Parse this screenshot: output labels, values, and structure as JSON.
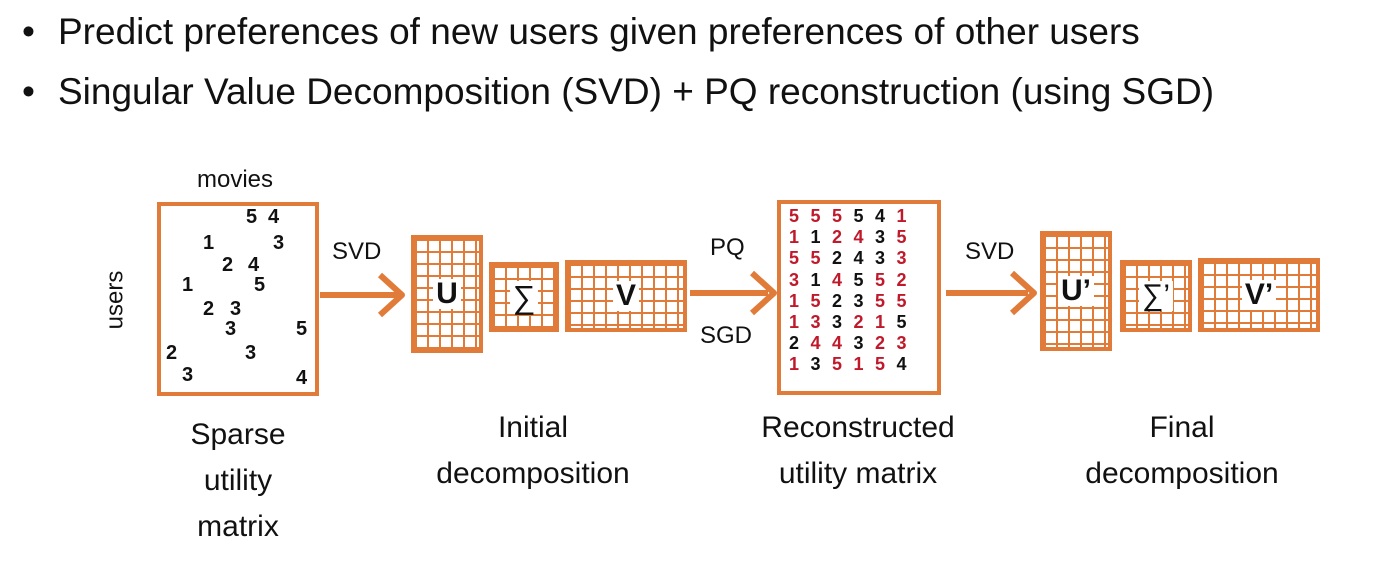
{
  "bullets": [
    "Predict preferences of new users given preferences of other users",
    "Singular Value Decomposition (SVD) + PQ reconstruction (using SGD)"
  ],
  "bullet_symbol": "•",
  "colors": {
    "accent": "#E07B39",
    "red": "#C0192B",
    "text": "#111111"
  },
  "sparse": {
    "top_label": "movies",
    "side_label": "users",
    "caption": [
      "Sparse",
      "utility",
      "matrix"
    ],
    "entries": [
      "5",
      "4",
      "3",
      "1",
      "2",
      "4",
      "1",
      "5",
      "2",
      "3",
      "3",
      "5",
      "3",
      "2",
      "3",
      "4"
    ]
  },
  "arrow1": {
    "label": "SVD"
  },
  "initial": {
    "caption": [
      "Initial",
      "decomposition"
    ],
    "u": "U",
    "sigma": "∑",
    "v": "V"
  },
  "arrow2": {
    "top": "PQ",
    "bottom": "SGD"
  },
  "reconstructed": {
    "caption": [
      "Reconstructed",
      "utility matrix"
    ],
    "rows": [
      [
        [
          "5",
          "r"
        ],
        [
          "5",
          "r"
        ],
        [
          "5",
          "r"
        ],
        [
          "5",
          "k"
        ],
        [
          "4",
          "k"
        ],
        [
          "1",
          "r"
        ]
      ],
      [
        [
          "1",
          "r"
        ],
        [
          "1",
          "k"
        ],
        [
          "2",
          "r"
        ],
        [
          "4",
          "r"
        ],
        [
          "3",
          "k"
        ],
        [
          "5",
          "r"
        ]
      ],
      [
        [
          "5",
          "r"
        ],
        [
          "5",
          "r"
        ],
        [
          "2",
          "k"
        ],
        [
          "4",
          "k"
        ],
        [
          "3",
          "k"
        ],
        [
          "3",
          "r"
        ]
      ],
      [
        [
          "3",
          "r"
        ],
        [
          "1",
          "k"
        ],
        [
          "4",
          "r"
        ],
        [
          "5",
          "k"
        ],
        [
          "5",
          "r"
        ],
        [
          "2",
          "r"
        ]
      ],
      [
        [
          "1",
          "r"
        ],
        [
          "5",
          "r"
        ],
        [
          "2",
          "k"
        ],
        [
          "3",
          "k"
        ],
        [
          "5",
          "r"
        ],
        [
          "5",
          "r"
        ]
      ],
      [
        [
          "1",
          "r"
        ],
        [
          "3",
          "r"
        ],
        [
          "3",
          "k"
        ],
        [
          "2",
          "r"
        ],
        [
          "1",
          "r"
        ],
        [
          "5",
          "k"
        ]
      ],
      [
        [
          "2",
          "k"
        ],
        [
          "4",
          "r"
        ],
        [
          "4",
          "r"
        ],
        [
          "3",
          "k"
        ],
        [
          "2",
          "r"
        ],
        [
          "3",
          "r"
        ]
      ],
      [
        [
          "1",
          "r"
        ],
        [
          "3",
          "k"
        ],
        [
          "5",
          "r"
        ],
        [
          "1",
          "r"
        ],
        [
          "5",
          "r"
        ],
        [
          "4",
          "k"
        ]
      ]
    ]
  },
  "arrow3": {
    "label": "SVD"
  },
  "final": {
    "caption": [
      "Final",
      "decomposition"
    ],
    "u": "U’",
    "sigma": "∑’",
    "v": "V’"
  }
}
